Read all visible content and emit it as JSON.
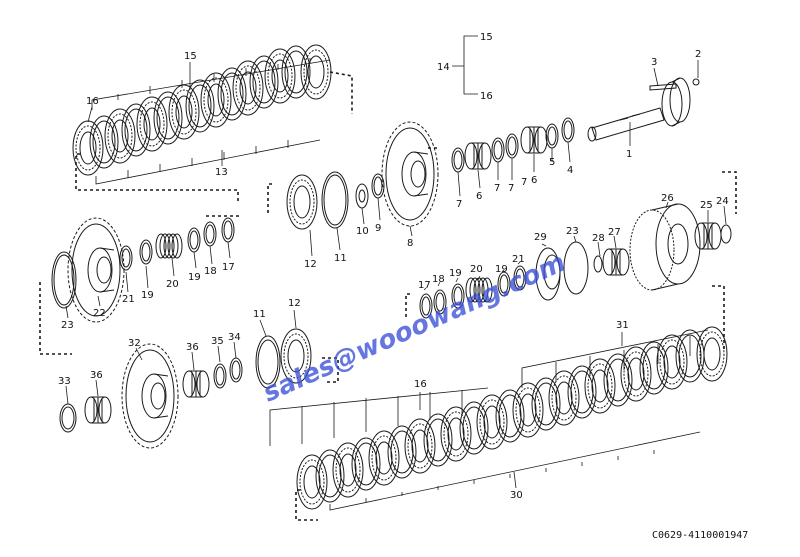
{
  "drawing": {
    "code": "C0629-4110001947",
    "watermark": "sales@wooowang.com",
    "colors": {
      "line": "#1a1a1a",
      "watermark": "#3a4fd8",
      "background": "#ffffff"
    }
  },
  "callouts": {
    "c1": "1",
    "c2": "2",
    "c3": "3",
    "c4": "4",
    "c5": "5",
    "c6a": "6",
    "c6b": "6",
    "c7a": "7",
    "c7b": "7",
    "c7c": "7",
    "c7d": "7",
    "c8": "8",
    "c9": "9",
    "c10": "10",
    "c11a": "11",
    "c11b": "11",
    "c12a": "12",
    "c12b": "12",
    "c13": "13",
    "c14": "14",
    "c15a": "15",
    "c15b": "15",
    "c16a": "16",
    "c16b": "16",
    "c16c": "16",
    "c17a": "17",
    "c17b": "17",
    "c18a": "18",
    "c18b": "18",
    "c19a": "19",
    "c19b": "19",
    "c19c": "19",
    "c19d": "19",
    "c20a": "20",
    "c20b": "20",
    "c21a": "21",
    "c21b": "21",
    "c22": "22",
    "c23a": "23",
    "c23b": "23",
    "c24": "24",
    "c25": "25",
    "c26": "26",
    "c27": "27",
    "c28": "28",
    "c29": "29",
    "c30": "30",
    "c31": "31",
    "c32": "32",
    "c33": "33",
    "c34": "34",
    "c35": "35",
    "c36a": "36",
    "c36b": "36"
  }
}
